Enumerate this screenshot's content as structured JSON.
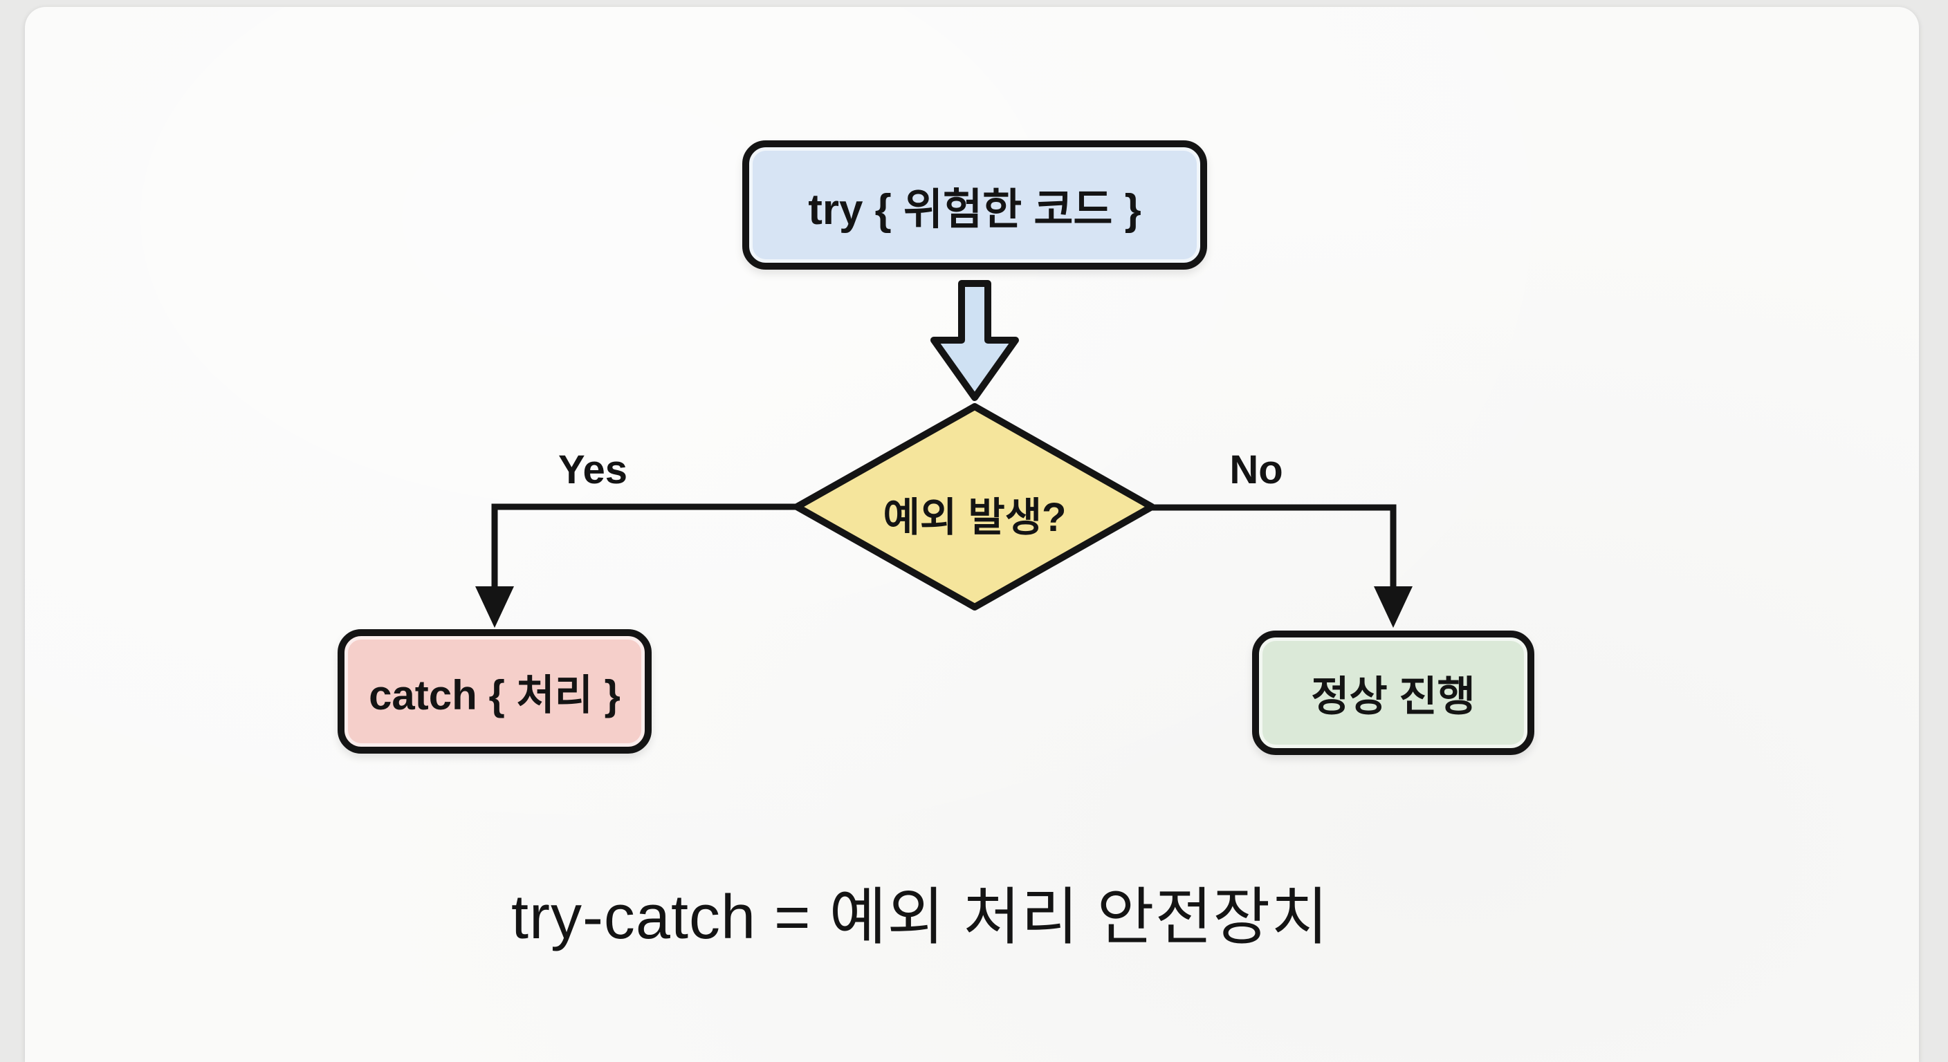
{
  "colors": {
    "outer_bg": "#e9e9e8",
    "card_bg": "#fafaf9",
    "ink": "#141414",
    "try_fill": "#d7e4f4",
    "block_arrow_fill": "#cfe1f3",
    "decision_fill": "#f5e59c",
    "catch_fill": "#f5cfca",
    "ok_fill": "#dbe9d8"
  },
  "diagram": {
    "try_label": "try { 위험한 코드 }",
    "decision_label": "예외 발생?",
    "yes_label": "Yes",
    "no_label": "No",
    "catch_label": "catch { 처리 }",
    "ok_label": "정상 진행",
    "caption": "try-catch = 예외 처리 안전장치"
  }
}
